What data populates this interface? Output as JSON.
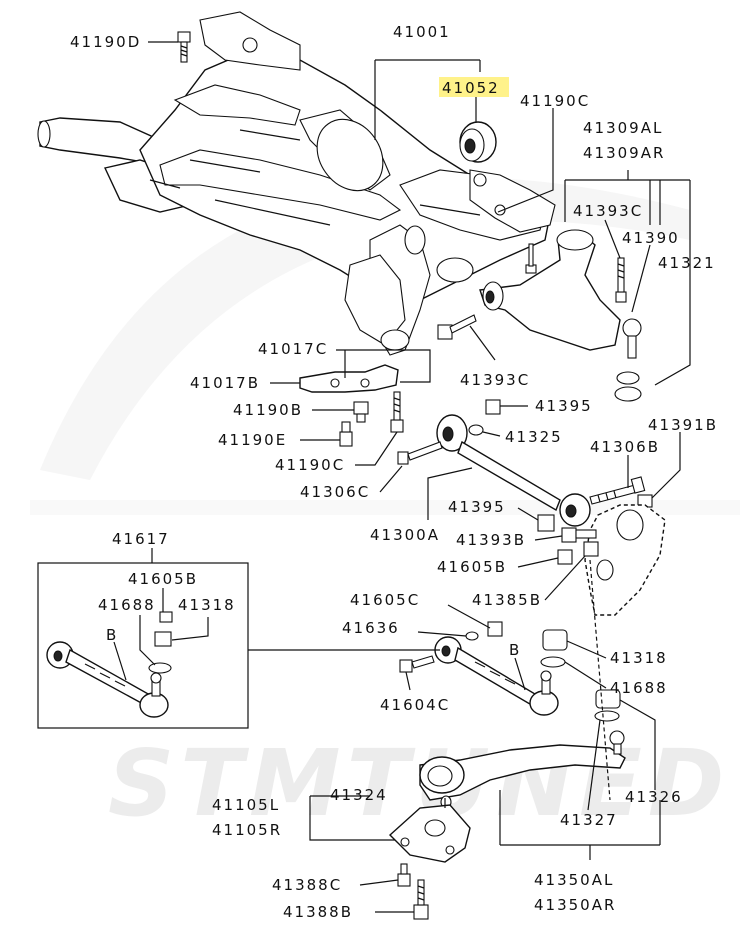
{
  "watermark": {
    "text": "STMTUNED"
  },
  "highlight_color": "#fff28a",
  "labels": {
    "l41190D": "41190D",
    "l41001": "41001",
    "l41052": "41052",
    "l41190C_top": "41190C",
    "l41309AL": "41309AL",
    "l41309AR": "41309AR",
    "l41393C_top": "41393C",
    "l41390": "41390",
    "l41321": "41321",
    "l41017C": "41017C",
    "l41017B": "41017B",
    "l41393C_mid": "41393C",
    "l41190B": "41190B",
    "l41395_top": "41395",
    "l41190E": "41190E",
    "l41325": "41325",
    "l41391B": "41391B",
    "l41190C_mid": "41190C",
    "l41306B": "41306B",
    "l41306C": "41306C",
    "l41395_bot": "41395",
    "l41300A": "41300A",
    "l41393B": "41393B",
    "l41617": "41617",
    "l41605B_box": "41605B",
    "l41605B": "41605B",
    "l41688_box": "41688",
    "l41318_box": "41318",
    "lB_box": "B",
    "l41605C": "41605C",
    "l41385B": "41385B",
    "l41636": "41636",
    "lB_mid": "B",
    "l41318": "41318",
    "l41688": "41688",
    "l41604C": "41604C",
    "l41324": "41324",
    "l41105L": "41105L",
    "l41105R": "41105R",
    "l41326": "41326",
    "l41327": "41327",
    "l41388C": "41388C",
    "l41350AL": "41350AL",
    "l41388B": "41388B",
    "l41350AR": "41350AR"
  }
}
